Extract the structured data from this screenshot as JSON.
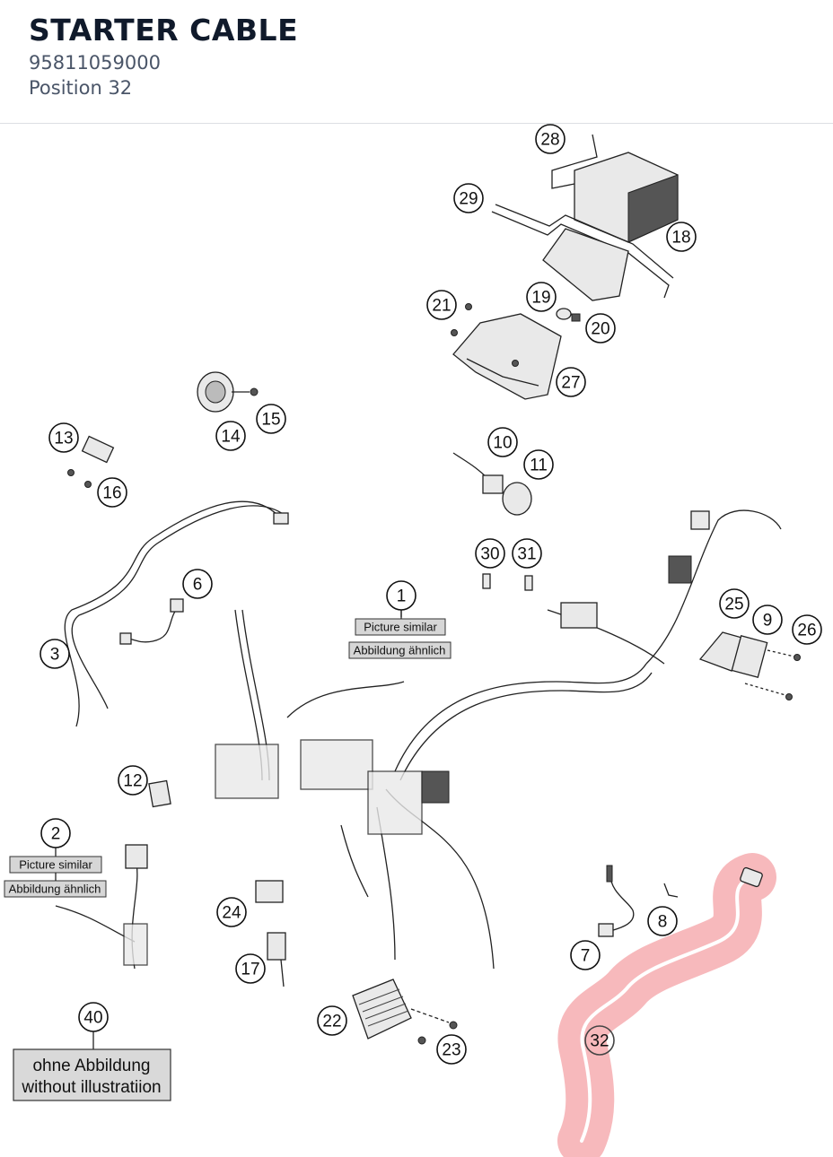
{
  "header": {
    "title": "STARTER CABLE",
    "part_number": "95811059000",
    "position": "Position 32"
  },
  "diagram": {
    "highlight_color": "#f4a1a6",
    "callouts": [
      "1",
      "2",
      "3",
      "6",
      "7",
      "8",
      "9",
      "10",
      "11",
      "12",
      "13",
      "14",
      "15",
      "16",
      "17",
      "18",
      "19",
      "20",
      "21",
      "22",
      "23",
      "24",
      "25",
      "26",
      "27",
      "28",
      "29",
      "30",
      "31",
      "32",
      "40"
    ],
    "notes": {
      "picture_similar": "Picture similar",
      "abbildung_aehnlich": "Abbildung ähnlich",
      "ohne_abbildung": "ohne Abbildung",
      "without_illustration": "without illustratiion"
    }
  }
}
